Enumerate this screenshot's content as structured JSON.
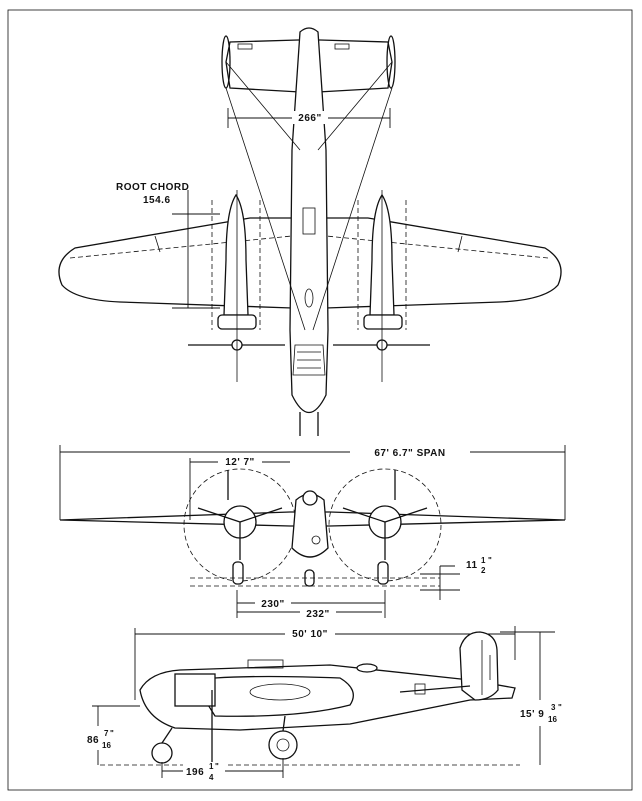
{
  "top_view": {
    "tail_span_label": "266\"",
    "root_chord_label": "ROOT CHORD",
    "root_chord_value": "154.6"
  },
  "front_view": {
    "span_label": "67' 6.7\" SPAN",
    "engine_offset_label": "12' 7\"",
    "gear_track_label": "230\"",
    "prop_spacing_label": "232\"",
    "ground_clearance_whole": "11",
    "ground_clearance_num": "1",
    "ground_clearance_den": "2",
    "inch_mark": "\""
  },
  "side_view": {
    "length_label": "50' 10\"",
    "height_whole": "15' 9",
    "height_num": "3",
    "height_den": "16",
    "nose_height_whole": "86",
    "nose_height_num": "7",
    "nose_height_den": "16",
    "wheelbase_whole": "196",
    "wheelbase_num": "1",
    "wheelbase_den": "4",
    "inch_mark": "\""
  }
}
